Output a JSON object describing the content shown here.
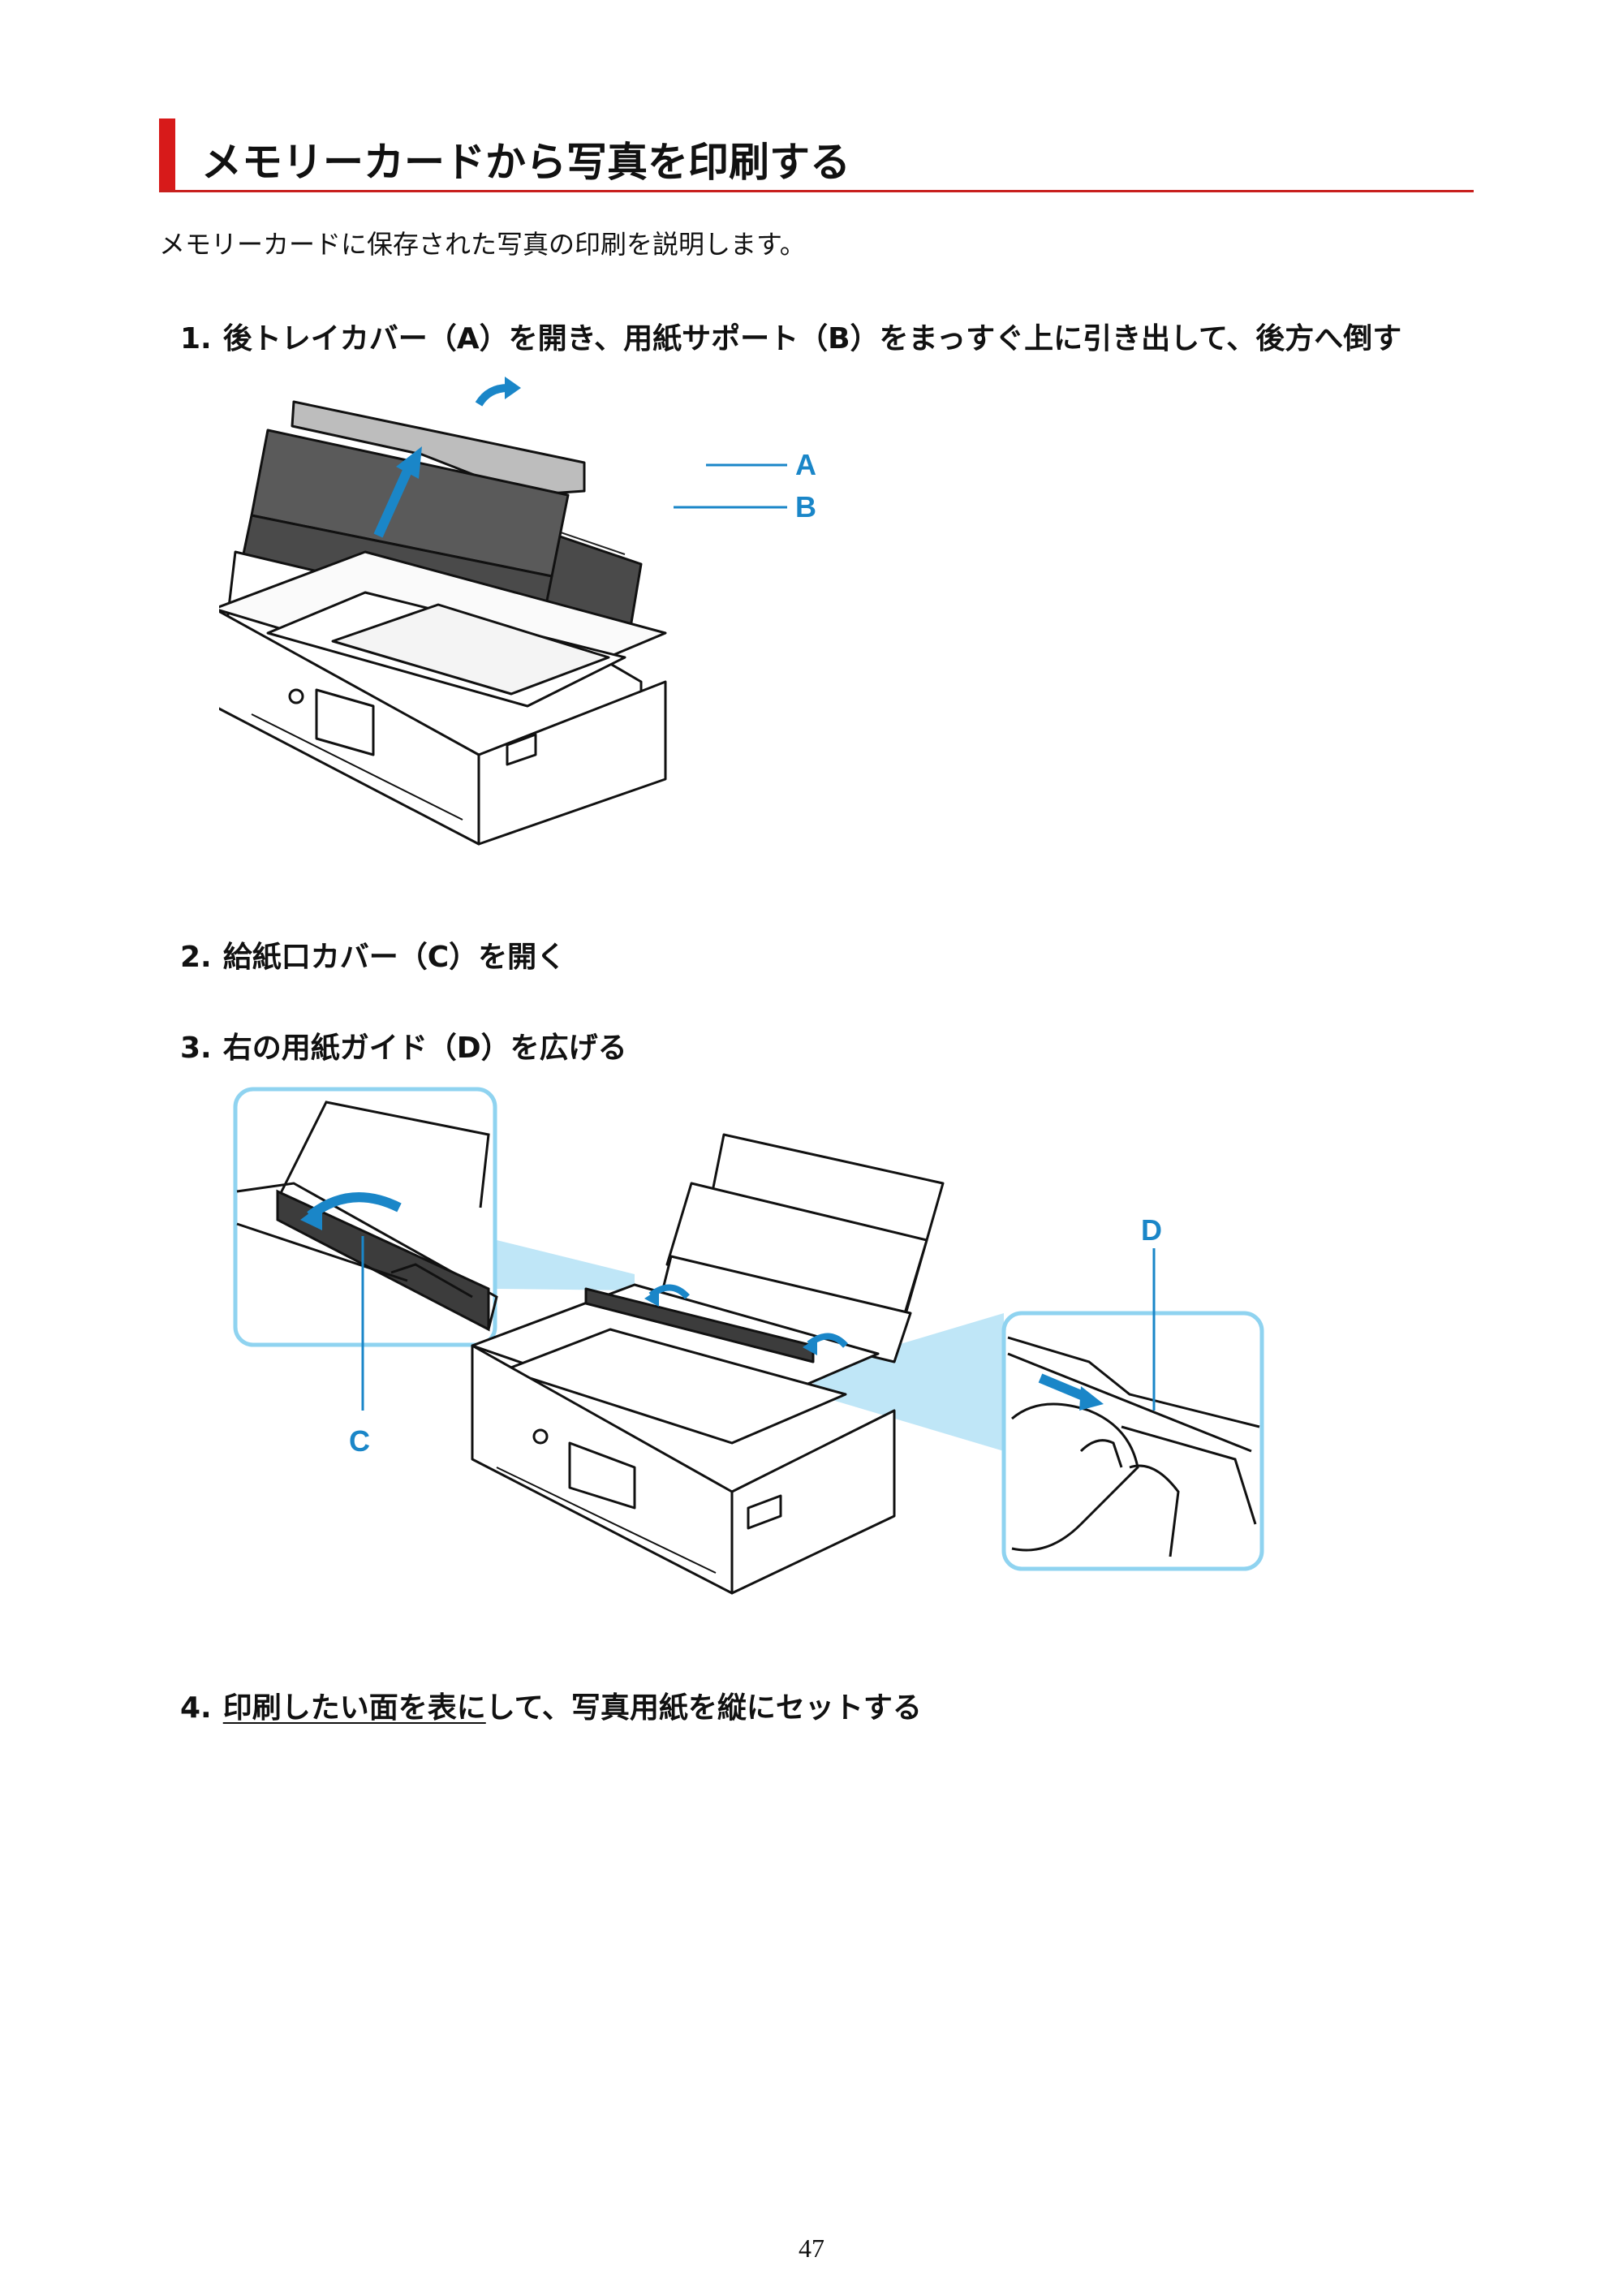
{
  "heading": {
    "title": "メモリーカードから写真を印刷する"
  },
  "intro": "メモリーカードに保存された写真の印刷を説明します。",
  "steps": [
    {
      "num": "1.",
      "text": "後トレイカバー（A）を開き、用紙サポート（B）をまっすぐ上に引き出して、後方へ倒す"
    },
    {
      "num": "2.",
      "text": "給紙口カバー（C）を開く"
    },
    {
      "num": "3.",
      "text": "右の用紙ガイド（D）を広げる"
    },
    {
      "num": "4.",
      "underlined": "印刷したい面を表に",
      "text": "して、写真用紙を縦にセットする"
    }
  ],
  "figure1": {
    "label_a": "A",
    "label_b": "B"
  },
  "figure2": {
    "label_c": "C",
    "label_d": "D"
  },
  "colors": {
    "accent_red": "#d71a1a",
    "arrow_blue": "#1a86c8",
    "callout_blue": "#8fd3f0"
  },
  "page_number": "47"
}
